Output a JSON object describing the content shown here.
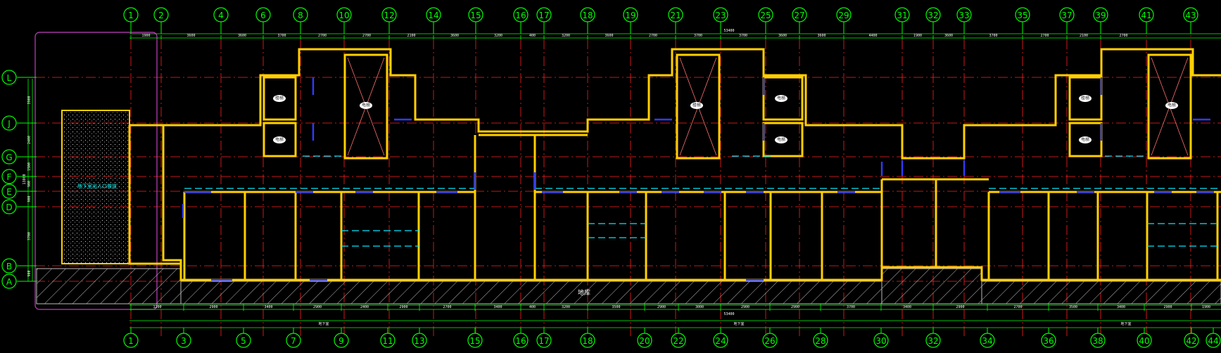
{
  "colors": {
    "background": "#000000",
    "axis": "#00ff00",
    "grid": "#ff2020",
    "wall": "#ffd000",
    "wall_inner": "#ffffff",
    "window": "#00e5ff",
    "opening": "#2f3cff",
    "boundary": "#c040c0",
    "hatch": "#bbbbbb"
  },
  "top_axes": [
    "1",
    "2",
    "4",
    "6",
    "8",
    "10",
    "12",
    "14",
    "15",
    "16",
    "17",
    "18",
    "19",
    "21",
    "23",
    "25",
    "27",
    "29",
    "31",
    "32",
    "33",
    "35",
    "37",
    "39",
    "41",
    "43"
  ],
  "bottom_axes": [
    "1",
    "3",
    "5",
    "7",
    "9",
    "11",
    "13",
    "15",
    "16",
    "17",
    "18",
    "20",
    "22",
    "24",
    "26",
    "28",
    "30",
    "32",
    "34",
    "36",
    "38",
    "40",
    "42",
    "44"
  ],
  "left_axes": [
    "L",
    "J",
    "G",
    "F",
    "E",
    "D",
    "B",
    "A"
  ],
  "dims_top": [
    "1900",
    "3600",
    "3600",
    "3700",
    "2700",
    "2700",
    "2100",
    "3600",
    "3200",
    "400",
    "3200",
    "3600",
    "2700",
    "3700",
    "3700",
    "3600",
    "3600",
    "4400",
    "1900",
    "3600",
    "3700",
    "2700",
    "2100",
    "2700"
  ],
  "dims_top_total": "53400",
  "dims_bottom": [
    "1200",
    "2900",
    "3400",
    "2900",
    "2400",
    "2900",
    "2700",
    "3400",
    "400",
    "3200",
    "3500",
    "2900",
    "3000",
    "2900",
    "2900",
    "3700",
    "3400",
    "2900",
    "2700",
    "3500",
    "3400",
    "2900",
    "1900"
  ],
  "dims_bottom_total": "53400",
  "dims_left": [
    "3900",
    "2400",
    "1500",
    "900",
    "900",
    "3700",
    "900"
  ],
  "dims_left_total": "13800",
  "bottom_section_labels": [
    "地下室",
    "地下室",
    "地下室"
  ],
  "corridor_label": "地库",
  "note_label": "地下室出入口坡道",
  "stair_tags": [
    "楼梯",
    "电梯",
    "电梯",
    "楼梯",
    "电梯",
    "电梯",
    "楼梯",
    "电梯",
    "电梯"
  ]
}
